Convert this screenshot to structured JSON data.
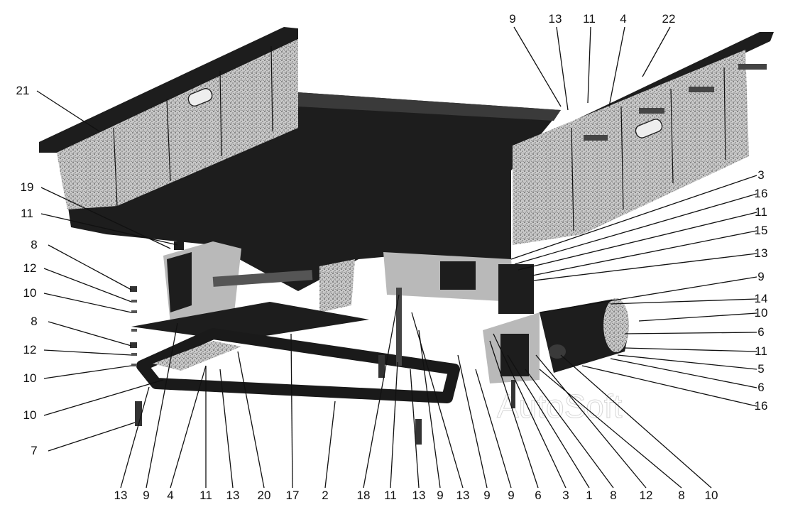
{
  "watermark": "AutoSoft",
  "callouts": [
    {
      "id": "c-9-top",
      "text": "9"
    },
    {
      "id": "c-13-top",
      "text": "13"
    },
    {
      "id": "c-11-top",
      "text": "11"
    },
    {
      "id": "c-4-top",
      "text": "4"
    },
    {
      "id": "c-22-top",
      "text": "22"
    },
    {
      "id": "c-21",
      "text": "21"
    },
    {
      "id": "c-19",
      "text": "19"
    },
    {
      "id": "c-11-l1",
      "text": "11"
    },
    {
      "id": "c-8-l1",
      "text": "8"
    },
    {
      "id": "c-12-l1",
      "text": "12"
    },
    {
      "id": "c-10-l1",
      "text": "10"
    },
    {
      "id": "c-8-l2",
      "text": "8"
    },
    {
      "id": "c-12-l2",
      "text": "12"
    },
    {
      "id": "c-10-l2",
      "text": "10"
    },
    {
      "id": "c-10-l3",
      "text": "10"
    },
    {
      "id": "c-7",
      "text": "7"
    },
    {
      "id": "c-3-r",
      "text": "3"
    },
    {
      "id": "c-16-r1",
      "text": "16"
    },
    {
      "id": "c-11-r1",
      "text": "11"
    },
    {
      "id": "c-15",
      "text": "15"
    },
    {
      "id": "c-13-r",
      "text": "13"
    },
    {
      "id": "c-9-r",
      "text": "9"
    },
    {
      "id": "c-14",
      "text": "14"
    },
    {
      "id": "c-10-r",
      "text": "10"
    },
    {
      "id": "c-6-r1",
      "text": "6"
    },
    {
      "id": "c-11-r2",
      "text": "11"
    },
    {
      "id": "c-5",
      "text": "5"
    },
    {
      "id": "c-6-r2",
      "text": "6"
    },
    {
      "id": "c-16-r2",
      "text": "16"
    },
    {
      "id": "c-13-b1",
      "text": "13"
    },
    {
      "id": "c-9-b1",
      "text": "9"
    },
    {
      "id": "c-4-b",
      "text": "4"
    },
    {
      "id": "c-11-b1",
      "text": "11"
    },
    {
      "id": "c-13-b2",
      "text": "13"
    },
    {
      "id": "c-20",
      "text": "20"
    },
    {
      "id": "c-17",
      "text": "17"
    },
    {
      "id": "c-2",
      "text": "2"
    },
    {
      "id": "c-18",
      "text": "18"
    },
    {
      "id": "c-11-b2",
      "text": "11"
    },
    {
      "id": "c-13-b3",
      "text": "13"
    },
    {
      "id": "c-9-b2",
      "text": "9"
    },
    {
      "id": "c-13-b4",
      "text": "13"
    },
    {
      "id": "c-9-b3",
      "text": "9"
    },
    {
      "id": "c-9-b4",
      "text": "9"
    },
    {
      "id": "c-6-b",
      "text": "6"
    },
    {
      "id": "c-3-b",
      "text": "3"
    },
    {
      "id": "c-1",
      "text": "1"
    },
    {
      "id": "c-8-b1",
      "text": "8"
    },
    {
      "id": "c-12-b",
      "text": "12"
    },
    {
      "id": "c-8-b2",
      "text": "8"
    },
    {
      "id": "c-10-b",
      "text": "10"
    }
  ]
}
